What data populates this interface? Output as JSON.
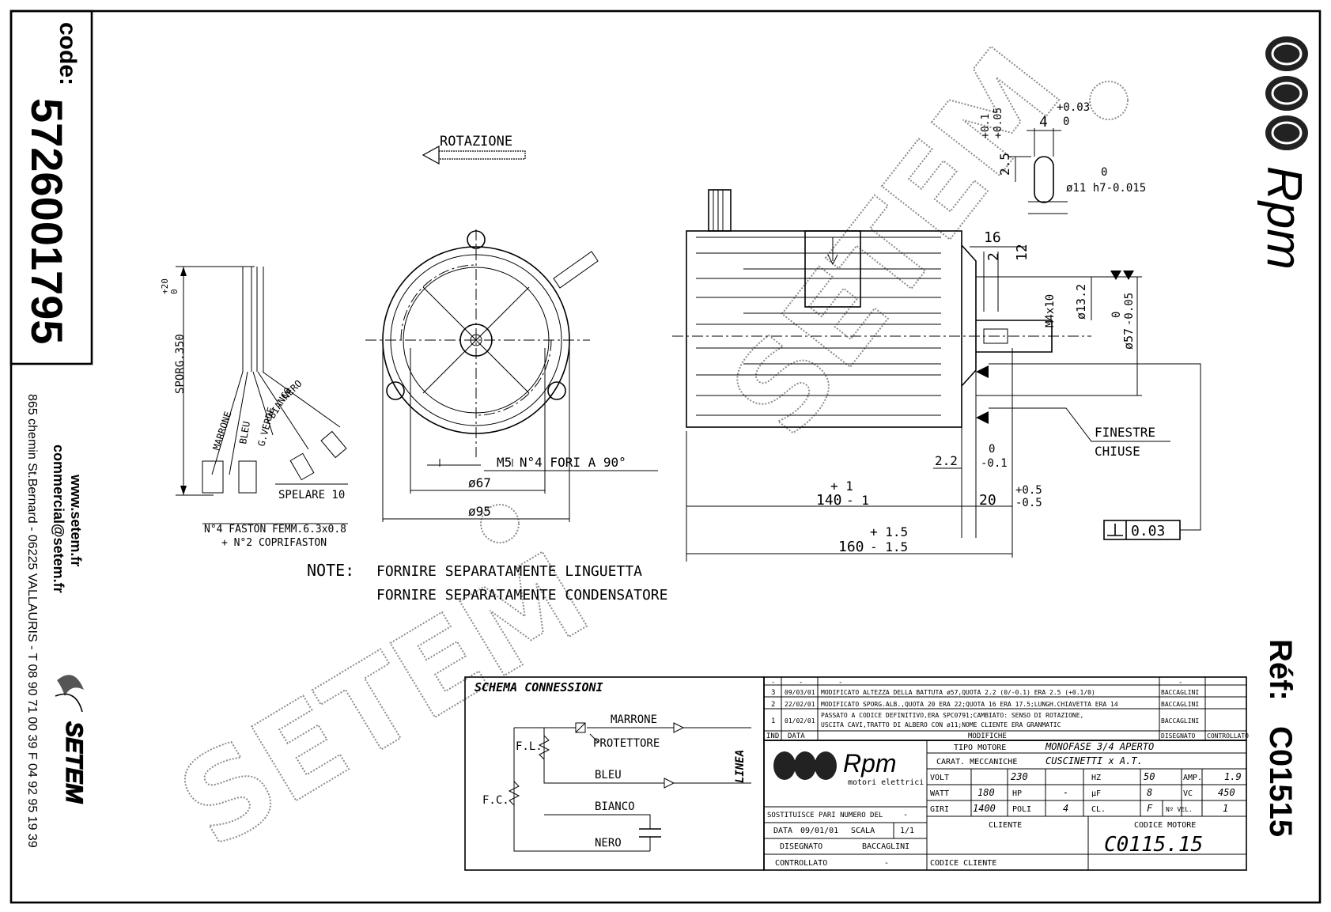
{
  "sidebar": {
    "code_label": "code:",
    "code_value": "5726001795",
    "website": "www.setem.fr",
    "email": "commercial@setem.fr",
    "address": "865 chemin St.Bernard - 06225 VALLAURIS - T 08 90 71 00 39  F 04 92 95 19 39",
    "company_logo": "SETEM"
  },
  "brand": {
    "logo_text": "Rpm",
    "watermark": "SETEM",
    "ref_label": "Réf:",
    "ref_value": "C01515"
  },
  "drawing": {
    "rotation_label": "ROTAZIONE",
    "cable_length_label": "SPORG.350",
    "cable_tol_plus": "+20",
    "cable_tol_zero": "0",
    "wires": [
      "MARRONE",
      "BLEU",
      "G.VERDE",
      "BIANCO",
      "NERO"
    ],
    "strip_label": "SPELARE 10",
    "faston_label": "N°4 FASTON FEMM.6.3x0.8",
    "faston_cover_label": "+ N°2 COPRIFASTON",
    "holes_label": "M5 N°4 FORI A 90°",
    "dim_67": "ø67",
    "dim_95": "ø95",
    "dim_140": "140",
    "dim_140_plus": "+ 1",
    "dim_140_minus": "- 1",
    "dim_160": "160",
    "dim_160_plus": "+ 1.5",
    "dim_160_minus": "- 1.5",
    "dim_20": "20",
    "dim_20_plus": "+0.5",
    "dim_20_minus": "-0.5",
    "dim_22": "2.2",
    "dim_22_tol0": "0",
    "dim_22_tol": "-0.1",
    "dim_16": "16",
    "dim_2": "2",
    "dim_12": "12",
    "dim_m4": "M4x10",
    "dim_132": "ø13.2",
    "dim_57_zero": "0",
    "dim_57_tol": "-0.05",
    "dim_57": "ø57",
    "key_4": "4",
    "key_4_plus": "+0.03",
    "key_4_zero": "0",
    "key_25": "2.5",
    "key_25_plus": "+0.1",
    "key_25_plus2": "+0.05",
    "shaft_zero": "0",
    "shaft_dim": "ø11 h7-0.015",
    "windows_1": "FINESTRE",
    "windows_2": "CHIUSE",
    "perp_value": "0.03",
    "note_label": "NOTE:",
    "note_1": "FORNIRE SEPARATAMENTE LINGUETTA",
    "note_2": "FORNIRE SEPARATAMENTE CONDENSATORE"
  },
  "schema": {
    "title": "SCHEMA CONNESSIONI",
    "marrone": "MARRONE",
    "protettore": "PROTETTORE",
    "bleu": "BLEU",
    "bianco": "BIANCO",
    "nero": "NERO",
    "fl": "F.L.",
    "fc": "F.C.",
    "linea": "LINEA"
  },
  "revisions": {
    "header_row": [
      "-",
      "-",
      "-",
      "-"
    ],
    "rows": [
      {
        "ind": "3",
        "date": "09/03/01",
        "text": "MODIFICATO ALTEZZA DELLA BATTUTA ø57,QUOTA 2.2 (0/-0.1) ERA 2.5 (+0.1/0)",
        "by": "BACCAGLINI"
      },
      {
        "ind": "2",
        "date": "22/02/01",
        "text": "MODIFICATO SPORG.ALB.,QUOTA 20 ERA 22;QUOTA 16 ERA 17.5;LUNGH.CHIAVETTA ERA 14",
        "by": "BACCAGLINI"
      },
      {
        "ind": "1",
        "date": "01/02/01",
        "text": "PASSATO A CODICE DEFINITIVO,ERA SPC0791;CAMBIATO: SENSO DI ROTAZIONE,",
        "text2": "USCITA CAVI,TRATTO DI ALBERO CON ø11;NOME CLIENTE ERA GRANMATIC",
        "by": "BACCAGLINI"
      }
    ],
    "col_ind": "IND",
    "col_date": "DATA",
    "col_mod": "MODIFICHE",
    "col_drawn": "DISEGNATO",
    "col_checked": "CONTROLLATO"
  },
  "titleblock": {
    "logo": "Rpm",
    "logo_sub": "motori elettrici",
    "sostituisce": "SOSTITUISCE PARI NUMERO DEL",
    "sostituisce_val": "-",
    "data_label": "DATA",
    "data_val": "09/01/01",
    "scala_label": "SCALA",
    "scala_val": "1/1",
    "disegnato_label": "DISEGNATO",
    "disegnato_val": "BACCAGLINI",
    "controllato_label": "CONTROLLATO",
    "controllato_val": "-",
    "tipo_label": "TIPO MOTORE",
    "tipo_val": "MONOFASE 3/4 APERTO",
    "carat_label": "CARAT. MECCANICHE",
    "carat_val": "CUSCINETTI x A.T.",
    "volt_label": "VOLT",
    "volt_val": "230",
    "hz_label": "HZ",
    "hz_val": "50",
    "amp_label": "AMP.",
    "amp_val": "1.9",
    "watt_label": "WATT",
    "watt_val": "180",
    "hp_label": "HP",
    "hp_val": "-",
    "uf_label": "µF",
    "uf_val": "8",
    "vc_label": "VC",
    "vc_val": "450",
    "giri_label": "GIRI",
    "giri_val": "1400",
    "poli_label": "POLI",
    "poli_val": "4",
    "cl_label": "CL.",
    "cl_val": "F",
    "nvel_label": "Nº VEL.",
    "nvel_val": "1",
    "cliente_label": "CLIENTE",
    "codice_motore_label": "CODICE MOTORE",
    "codice_motore_val": "C0115.15",
    "codice_cliente_label": "CODICE CLIENTE"
  }
}
